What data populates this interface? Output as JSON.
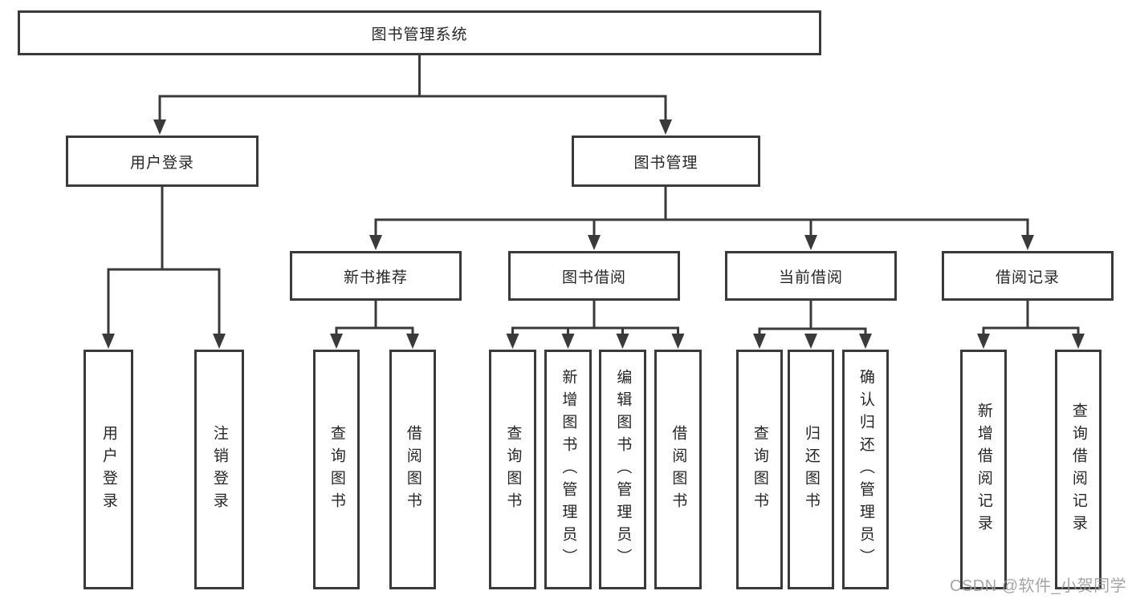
{
  "diagram": {
    "type": "tree",
    "root": "图书管理系统",
    "level2": {
      "user_login": "用户登录",
      "book_mgmt": "图书管理"
    },
    "level3": {
      "new_book": "新书推荐",
      "book_borrow": "图书借阅",
      "current_borrow": "当前借阅",
      "borrow_records": "借阅记录"
    },
    "leaves": {
      "user_login": [
        "用户登录",
        "注销登录"
      ],
      "new_book": [
        "查询图书",
        "借阅图书"
      ],
      "book_borrow": [
        "查询图书",
        "新增图书（管理员）",
        "编辑图书（管理员）",
        "借阅图书"
      ],
      "current_borrow": [
        "查询图书",
        "归还图书",
        "确认归还（管理员）"
      ],
      "borrow_records": [
        "新增借阅记录",
        "查询借阅记录"
      ]
    }
  },
  "watermark": {
    "text": "CSDN @软件_小贺同学"
  },
  "colors": {
    "line": "#3a3a3a",
    "text": "#262626",
    "background": "#ffffff",
    "watermark": "#9c9c9c"
  }
}
